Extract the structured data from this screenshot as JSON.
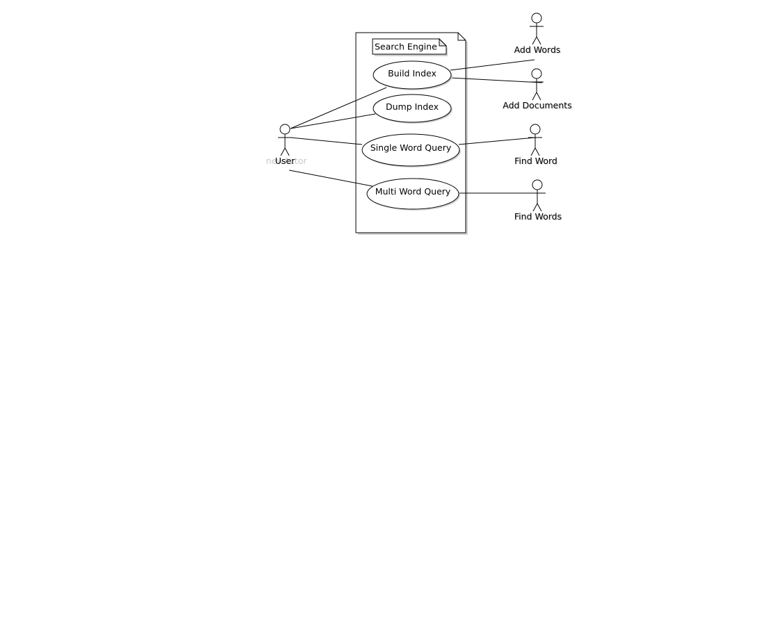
{
  "diagram": {
    "type": "use-case",
    "system_note": "Search Engine",
    "use_cases": [
      {
        "id": "build-index",
        "label": "Build Index"
      },
      {
        "id": "dump-index",
        "label": "Dump Index"
      },
      {
        "id": "single-word-query",
        "label": "Single Word Query"
      },
      {
        "id": "multi-word-query",
        "label": "Multi Word Query"
      }
    ],
    "actors": [
      {
        "id": "user",
        "label": "User",
        "ghost_label": "newActor"
      },
      {
        "id": "add-words",
        "label": "Add Words"
      },
      {
        "id": "add-documents",
        "label": "Add Documents"
      },
      {
        "id": "find-word",
        "label": "Find Word"
      },
      {
        "id": "find-words",
        "label": "Find Words"
      }
    ],
    "associations": [
      [
        "user",
        "build-index"
      ],
      [
        "user",
        "dump-index"
      ],
      [
        "user",
        "single-word-query"
      ],
      [
        "user",
        "multi-word-query"
      ],
      [
        "build-index",
        "add-words"
      ],
      [
        "build-index",
        "add-documents"
      ],
      [
        "single-word-query",
        "find-word"
      ],
      [
        "multi-word-query",
        "find-words"
      ]
    ]
  }
}
